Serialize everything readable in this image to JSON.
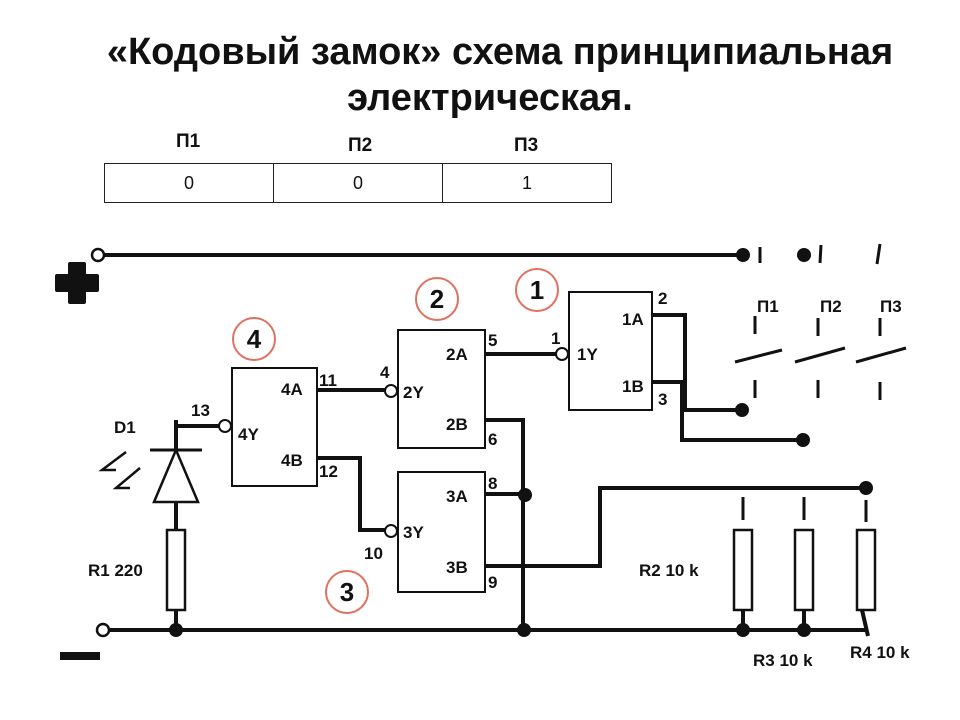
{
  "title": {
    "line1": "«Кодовый замок» схема принципиальная",
    "line2": "электрическая."
  },
  "table": {
    "headers": [
      "П1",
      "П2",
      "П3"
    ],
    "values": [
      "0",
      "0",
      "1"
    ]
  },
  "polarity": {
    "plus": "+",
    "minus": "−"
  },
  "blocks": [
    {
      "number": "1",
      "in_a": "1A",
      "in_b": "1B",
      "out": "1Y"
    },
    {
      "number": "2",
      "in_a": "2A",
      "in_b": "2B",
      "out": "2Y"
    },
    {
      "number": "3",
      "in_a": "3A",
      "in_b": "3B",
      "out": "3Y"
    },
    {
      "number": "4",
      "in_a": "4A",
      "in_b": "4B",
      "out": "4Y"
    }
  ],
  "pins": [
    "1",
    "2",
    "3",
    "4",
    "5",
    "6",
    "8",
    "9",
    "10",
    "11",
    "12",
    "13"
  ],
  "components": {
    "diode": "D1",
    "r1": "R1 220",
    "r2": "R2 10  k",
    "r3": "R3 10  k",
    "r4": "R4 10  k"
  },
  "switches": [
    "П1",
    "П2",
    "П3"
  ],
  "colors": {
    "ink": "#111111",
    "circle": "#e07060"
  }
}
